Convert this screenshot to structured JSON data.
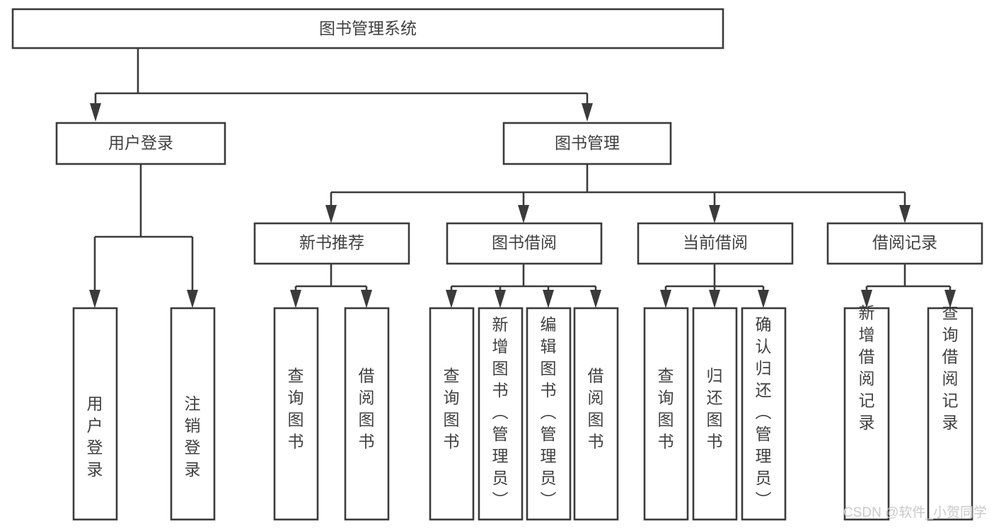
{
  "diagram": {
    "type": "tree-hierarchy",
    "title": "图书管理系统",
    "orientation": "top-down",
    "colors": {
      "stroke": "#3b3b3b",
      "box_fill": "#ffffff",
      "text": "#404040",
      "background": "#ffffff",
      "watermark": "#c9c9c9"
    },
    "root": {
      "label": "图书管理系统"
    },
    "level1": [
      {
        "label": "用户登录"
      },
      {
        "label": "图书管理"
      }
    ],
    "level2": [
      {
        "label": "新书推荐"
      },
      {
        "label": "图书借阅"
      },
      {
        "label": "当前借阅"
      },
      {
        "label": "借阅记录"
      }
    ],
    "leaves": {
      "user_login": [
        {
          "label": "用户登录"
        },
        {
          "label": "注销登录"
        }
      ],
      "new_book_recommend": [
        {
          "label": "查询图书"
        },
        {
          "label": "借阅图书"
        }
      ],
      "book_borrow": [
        {
          "label": "查询图书"
        },
        {
          "label": "新增图书（管理员）"
        },
        {
          "label": "编辑图书（管理员）"
        },
        {
          "label": "借阅图书"
        }
      ],
      "current_borrow": [
        {
          "label": "查询图书"
        },
        {
          "label": "归还图书"
        },
        {
          "label": "确认归还（管理员）"
        }
      ],
      "borrow_record": [
        {
          "label": "新增借阅记录"
        },
        {
          "label": "查询借阅记录"
        }
      ]
    }
  },
  "watermark": {
    "text": "CSDN @软件_小贺同学"
  }
}
